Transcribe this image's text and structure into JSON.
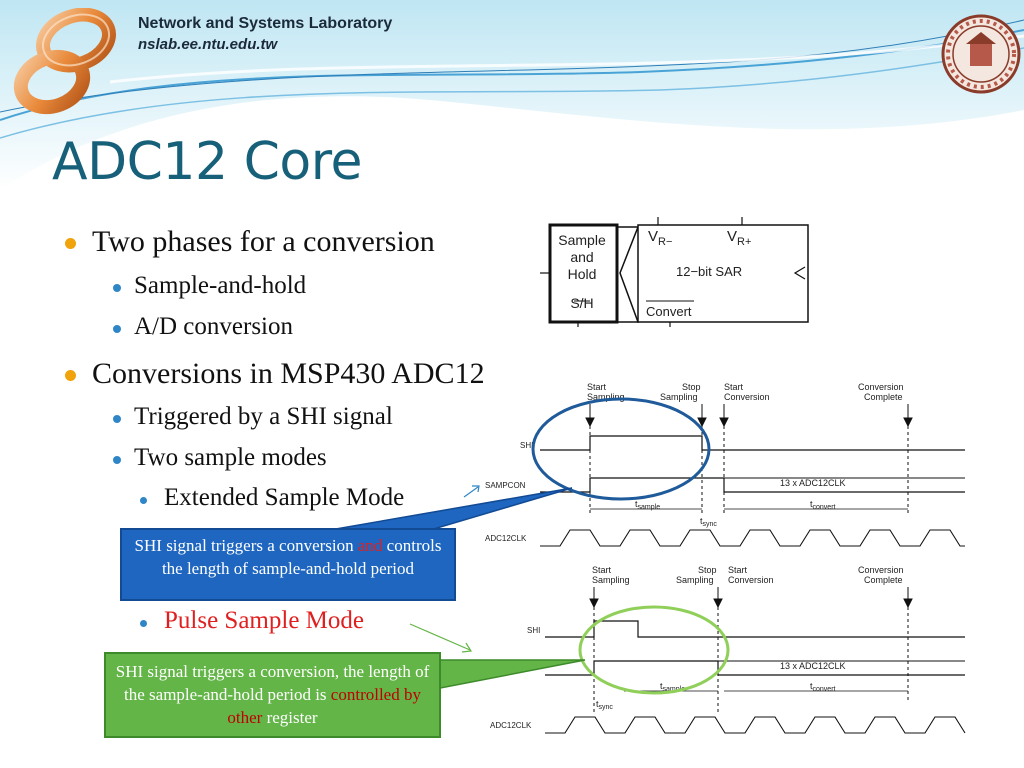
{
  "header": {
    "lab_name": "Network and Systems Laboratory",
    "lab_url": "nslab.ee.ntu.edu.tw",
    "logo": "nslab-infinity-logo",
    "seal": "ntu-university-seal"
  },
  "slide": {
    "title": "ADC12 Core",
    "bullets": [
      {
        "text": "Two phases for a conversion",
        "children": [
          {
            "text": "Sample-and-hold"
          },
          {
            "text": "A/D conversion"
          }
        ]
      },
      {
        "text": "Conversions in MSP430 ADC12",
        "children": [
          {
            "text": "Triggered by a SHI signal"
          },
          {
            "text": "Two sample modes",
            "children": [
              {
                "text": "Extended Sample Mode"
              },
              {
                "text": "Pulse Sample Mode"
              }
            ]
          }
        ]
      }
    ]
  },
  "callouts": {
    "extended": {
      "line1": "SHI signal triggers a conversion ",
      "highlight": "and",
      "rest": "controls the length of sample-and-hold period"
    },
    "pulse": {
      "pre": "SHI signal triggers a conversion, the length of the sample-and-hold period is ",
      "highlight": "controlled by other",
      "post": " register"
    }
  },
  "block_diagram": {
    "sh_box": {
      "line1": "Sample",
      "line2": "and",
      "line3": "Hold",
      "line4": "S/H"
    },
    "vr_minus": "V",
    "vr_minus_sub": "R−",
    "vr_plus": "V",
    "vr_plus_sub": "R+",
    "sar": "12−bit SAR",
    "convert": "Convert"
  },
  "timing_extended": {
    "start_sampling_1": "Start",
    "start_sampling_2": "Sampling",
    "stop_sampling_1": "Stop",
    "stop_sampling_2": "Sampling",
    "start_conversion_1": "Start",
    "start_conversion_2": "Conversion",
    "conversion_complete_1": "Conversion",
    "conversion_complete_2": "Complete",
    "sig_shi": "SHI",
    "sig_sampcon": "SAMPCON",
    "sig_clk": "ADC12CLK",
    "clk_count": "13 x ADC12CLK",
    "t_sample": "t",
    "t_sample_sub": "sample",
    "t_sync": "t",
    "t_sync_sub": "sync",
    "t_convert": "t",
    "t_convert_sub": "convert"
  },
  "timing_pulse": {
    "start_sampling_1": "Start",
    "start_sampling_2": "Sampling",
    "stop_sampling_1": "Stop",
    "stop_sampling_2": "Sampling",
    "start_conversion_1": "Start",
    "start_conversion_2": "Conversion",
    "conversion_complete_1": "Conversion",
    "conversion_complete_2": "Complete",
    "sig_shi": "SHI",
    "sig_clk": "ADC12CLK",
    "clk_count": "13 x ADC12CLK",
    "t_sample": "t",
    "t_sample_sub": "sample",
    "t_sync": "t",
    "t_sync_sub": "sync",
    "t_convert": "t",
    "t_convert_sub": "convert"
  },
  "colors": {
    "title": "#17607a",
    "bullet_primary": "#f0a30a",
    "bullet_secondary": "#2f86c7",
    "callout_blue": "#1e66c0",
    "callout_green": "#63b547",
    "highlight_red": "#e02020",
    "ellipse_blue": "#1f5a9a",
    "ellipse_green": "#8fcf5a"
  }
}
